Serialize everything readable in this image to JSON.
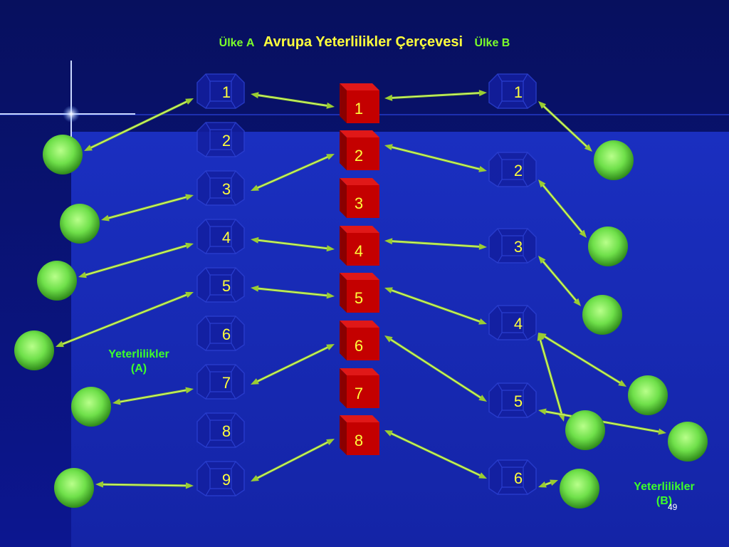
{
  "title": {
    "left_country": "Ülke",
    "left_letter": "A",
    "center": "Avrupa Yeterlilikler Çerçevesi",
    "right_country": "Ülke",
    "right_letter": "B"
  },
  "left_levels": [
    "1",
    "2",
    "3",
    "4",
    "5",
    "6",
    "7",
    "8",
    "9"
  ],
  "eqf_levels": [
    "1",
    "2",
    "3",
    "4",
    "5",
    "6",
    "7",
    "8"
  ],
  "right_levels": [
    "1",
    "2",
    "3",
    "4",
    "5",
    "6"
  ],
  "qual_label_a": {
    "line1": "Yeterlilikler",
    "line2": "(A)"
  },
  "qual_label_b": {
    "line1": "Yeterlilikler",
    "line2": "(B)"
  },
  "page_number": "49",
  "links": {
    "left_to_eqf": [
      [
        1,
        1
      ],
      [
        3,
        2
      ],
      [
        4,
        4
      ],
      [
        5,
        5
      ],
      [
        7,
        6
      ],
      [
        9,
        8
      ]
    ],
    "eqf_to_right": [
      [
        1,
        1
      ],
      [
        2,
        2
      ],
      [
        4,
        3
      ],
      [
        5,
        4
      ],
      [
        6,
        5
      ],
      [
        8,
        6
      ]
    ],
    "left_qualifications": [
      1,
      3,
      4,
      5,
      7,
      9
    ],
    "right_qualifications": [
      1,
      2,
      3,
      4,
      4,
      5,
      6
    ]
  },
  "colors": {
    "background": "#0a0f6e",
    "panel": "#1628b4",
    "cube": "#c40000",
    "arrow": "#9ACD32",
    "qualification": "#6FE04A",
    "title_accent": "#FFFF3C",
    "label_green": "#3DFF2A"
  }
}
